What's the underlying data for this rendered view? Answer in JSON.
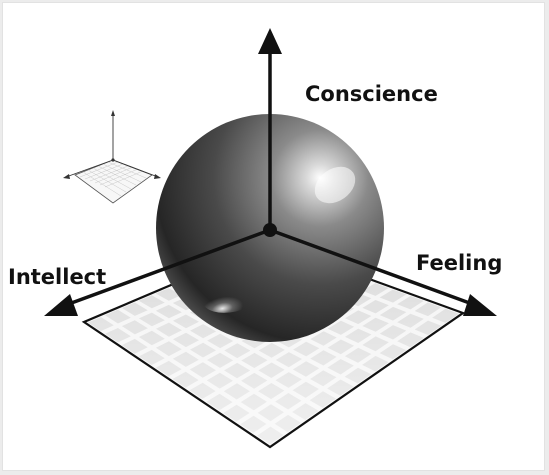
{
  "diagram": {
    "axes": {
      "vertical": {
        "label": "Conscience"
      },
      "right": {
        "label": "Feeling"
      },
      "left": {
        "label": "Intellect"
      }
    },
    "sphere": {
      "color": "#3a3a3a"
    },
    "grid_plane": {
      "fill": "#f4f4f4",
      "cell_color": "#dcdcdc"
    },
    "thumbnail": {
      "icon": "mini-3d-axes-grid-icon"
    }
  }
}
